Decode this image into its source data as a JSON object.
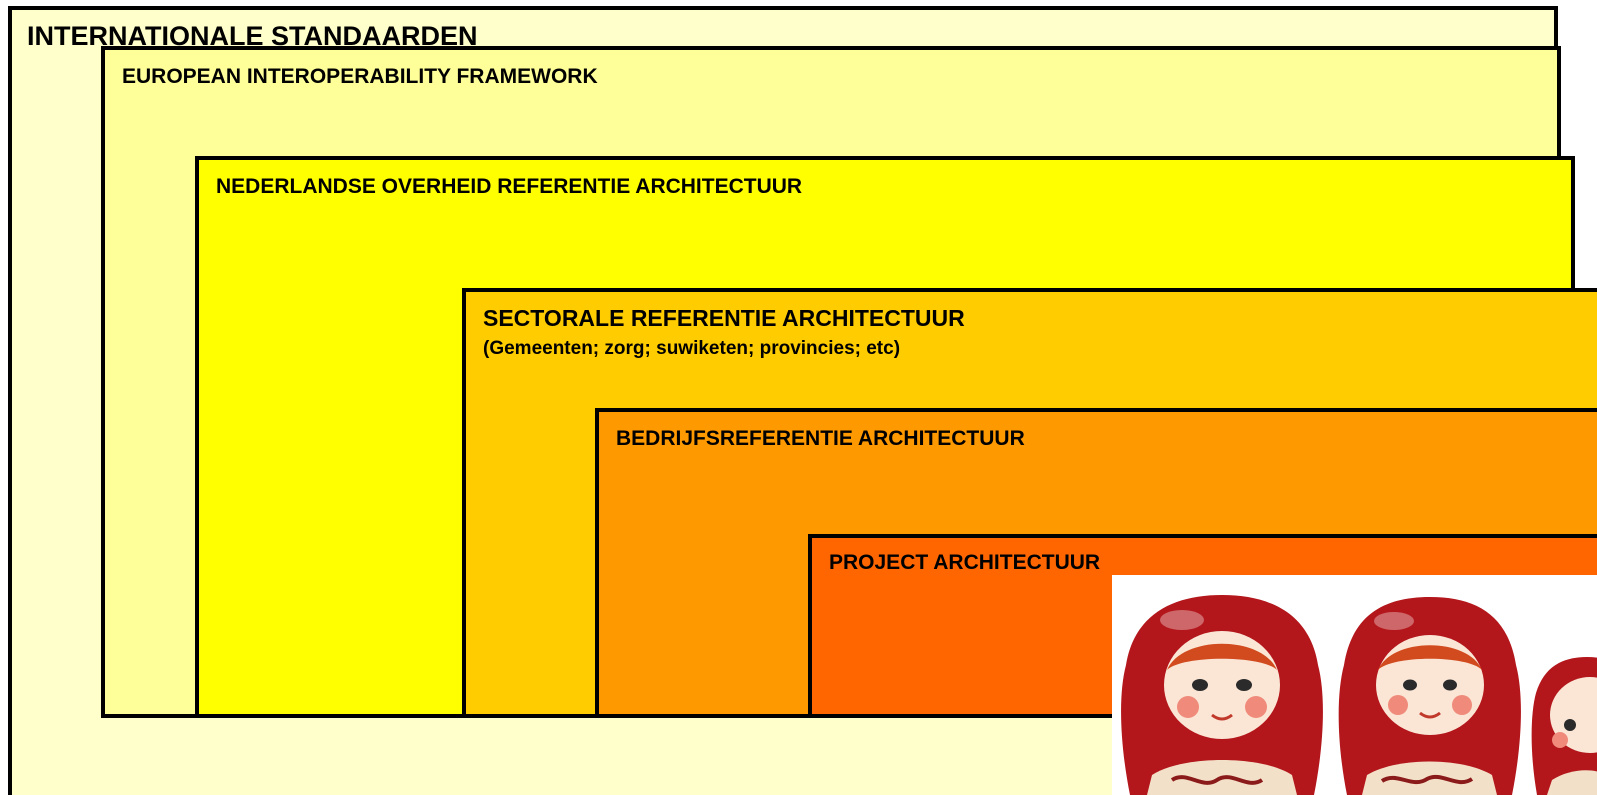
{
  "diagram": {
    "levels": [
      {
        "title": "INTERNATIONALE STANDAARDEN",
        "color": "#FFFFCC"
      },
      {
        "title": "EUROPEAN INTEROPERABILITY FRAMEWORK",
        "color": "#FFFF99"
      },
      {
        "title": "NEDERLANDSE OVERHEID REFERENTIE ARCHITECTUUR",
        "color": "#FFFF00"
      },
      {
        "title": "SECTORALE REFERENTIE ARCHITECTUUR",
        "subtitle": "(Gemeenten; zorg; suwiketen; provincies; etc)",
        "color": "#FFCC00"
      },
      {
        "title": "BEDRIJFSREFERENTIE ARCHITECTUUR",
        "color": "#FF9900"
      },
      {
        "title": "PROJECT ARCHITECTUUR",
        "color": "#FF6600"
      }
    ],
    "border_color": "#000000"
  },
  "photo": {
    "icon": "matryoshka-dolls-image",
    "doll_color": "#B3161B",
    "face_color": "#FBE6D6"
  }
}
